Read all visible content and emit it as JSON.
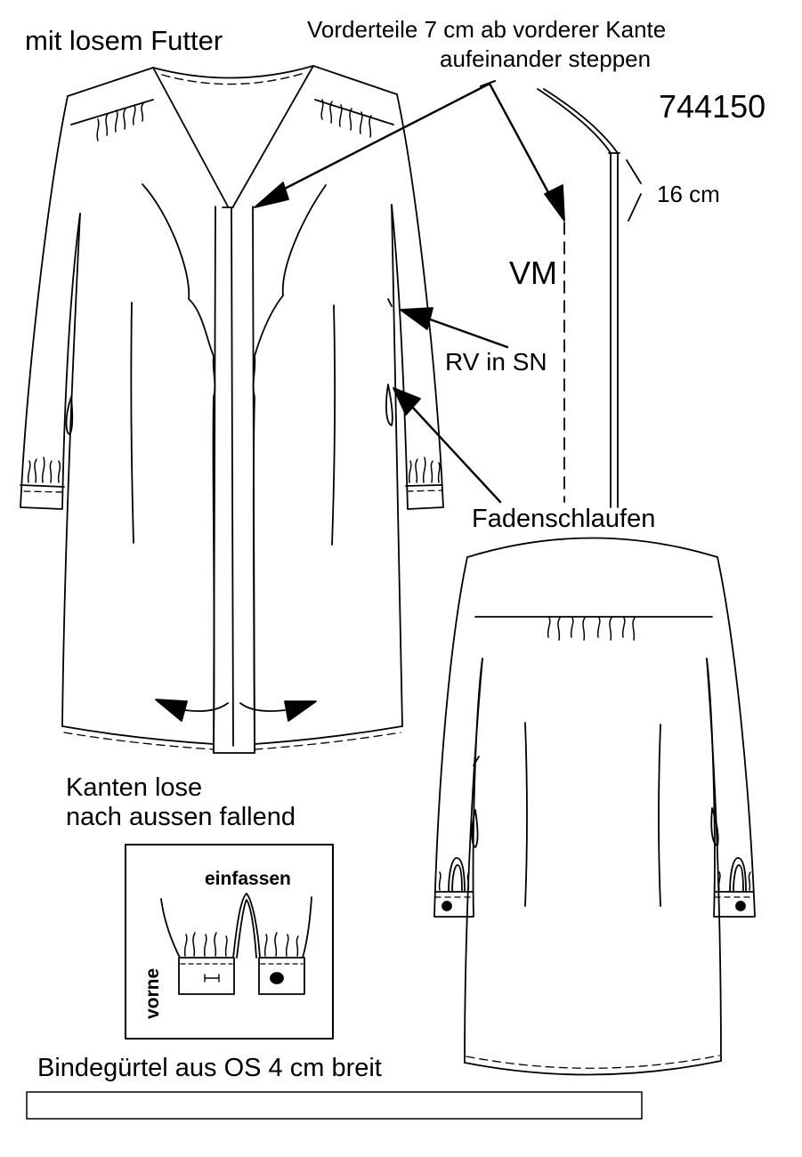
{
  "labels": {
    "lining_title": "mit losem Futter",
    "front_stitch_line1": "Vorderteile 7 cm ab vorderer Kante",
    "front_stitch_line2": "aufeinander steppen",
    "model_number": "744150",
    "measure": "16 cm",
    "center_front": "VM",
    "back_seam": "RV in SN",
    "thread_loops": "Fadenschlaufen",
    "edges_line1": "Kanten lose",
    "edges_line2": "nach aussen fallend",
    "binding": "einfassen",
    "front_side": "vorne",
    "belt": "Bindegürtel aus OS 4 cm breit"
  }
}
